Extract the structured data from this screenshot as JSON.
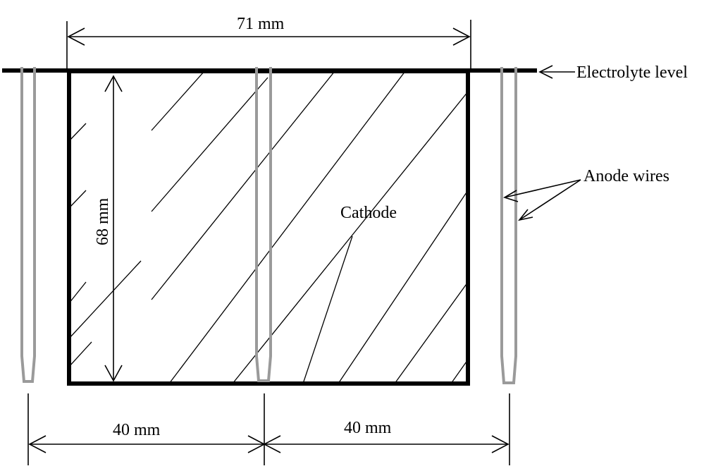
{
  "labels": {
    "top_dimension": "71 mm",
    "height_dimension": "68 mm",
    "left_bottom_dimension": "40 mm",
    "right_bottom_dimension": "40 mm",
    "cathode": "Cathode",
    "electrolyte_level": "Electrolyte level",
    "anode_wires": "Anode wires"
  }
}
